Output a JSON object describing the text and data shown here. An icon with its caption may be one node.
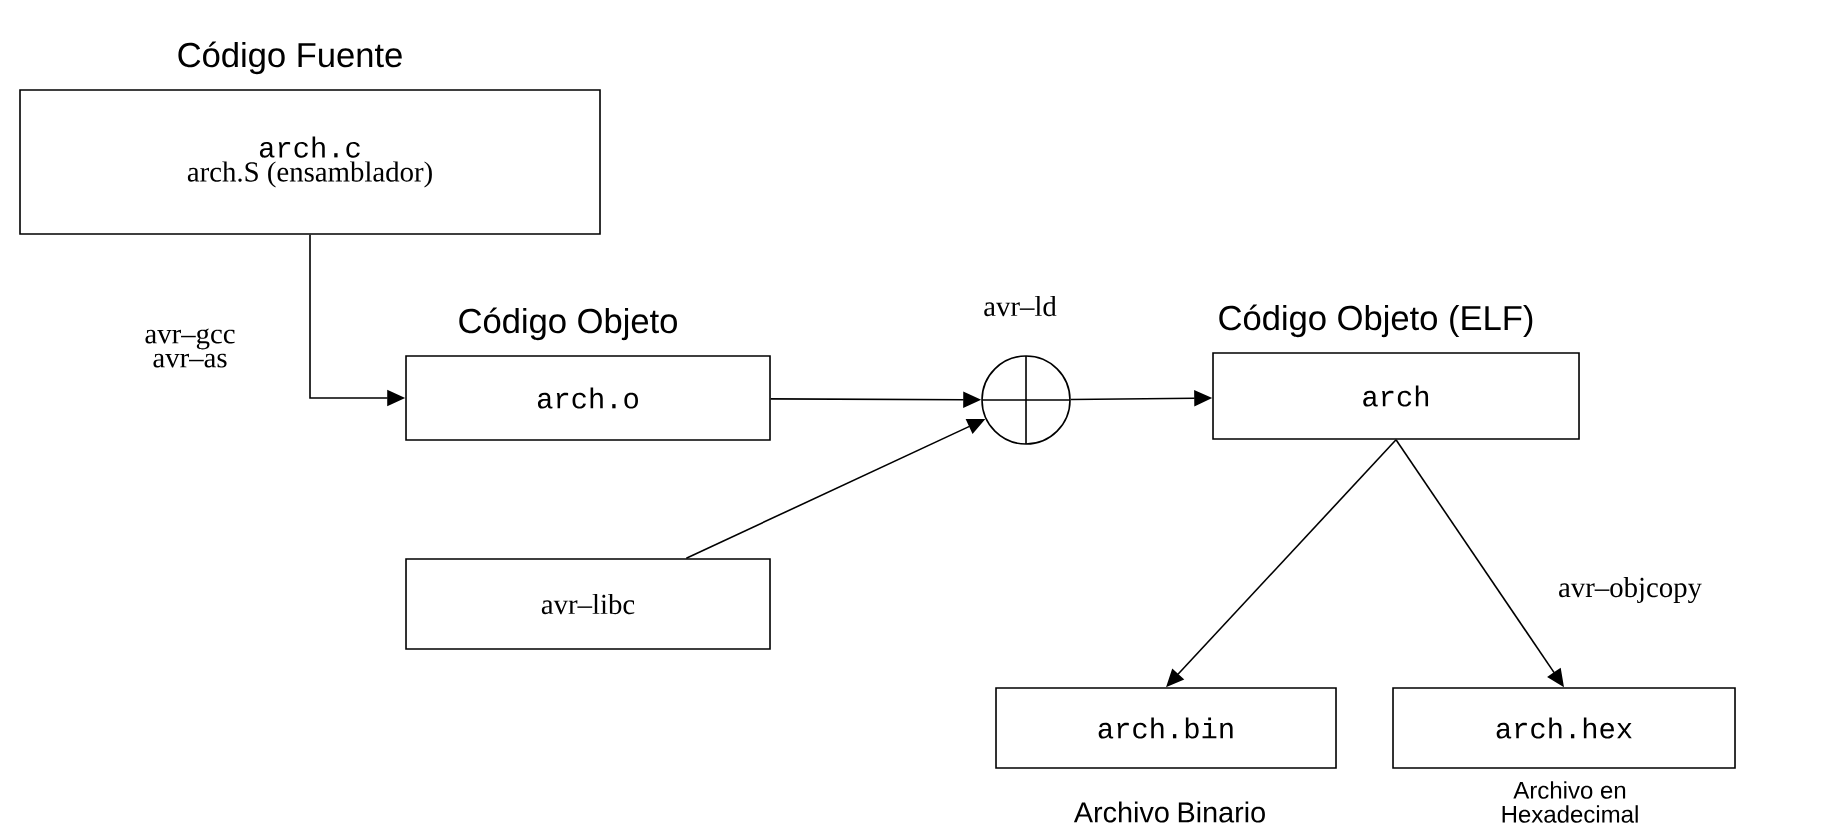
{
  "diagram": {
    "nodes": [
      {
        "text": [
          "Código Fuente",
          "arch.c",
          "arch.S (ensamblador)"
        ]
      },
      {
        "text": [
          "Código Objeto",
          "arch.o"
        ]
      },
      {
        "text": [],
        "shape": "circle",
        "beside": [
          "avr–ld"
        ]
      },
      {
        "text": [
          "Código Objeto (ELF)",
          "arch"
        ]
      },
      {
        "text": [
          "avr–libc"
        ]
      },
      {
        "text": [
          "arch.bin"
        ],
        "beside": [
          "Archivo Binario"
        ]
      },
      {
        "text": [
          "arch.hex"
        ],
        "beside": [
          "Archivo en Hexadecimal"
        ]
      }
    ],
    "edges": [
      {
        "from": 0,
        "to": 1,
        "arrow": "to",
        "label": "avr–gcc avr–as"
      },
      {
        "from": 1,
        "to": 2,
        "arrow": "to"
      },
      {
        "from": 4,
        "to": 2,
        "arrow": "to"
      },
      {
        "from": 2,
        "to": 3,
        "arrow": "to"
      },
      {
        "from": 3,
        "to": 5,
        "arrow": "to"
      },
      {
        "from": 3,
        "to": 6,
        "arrow": "to",
        "label": "avr–objcopy"
      }
    ]
  }
}
